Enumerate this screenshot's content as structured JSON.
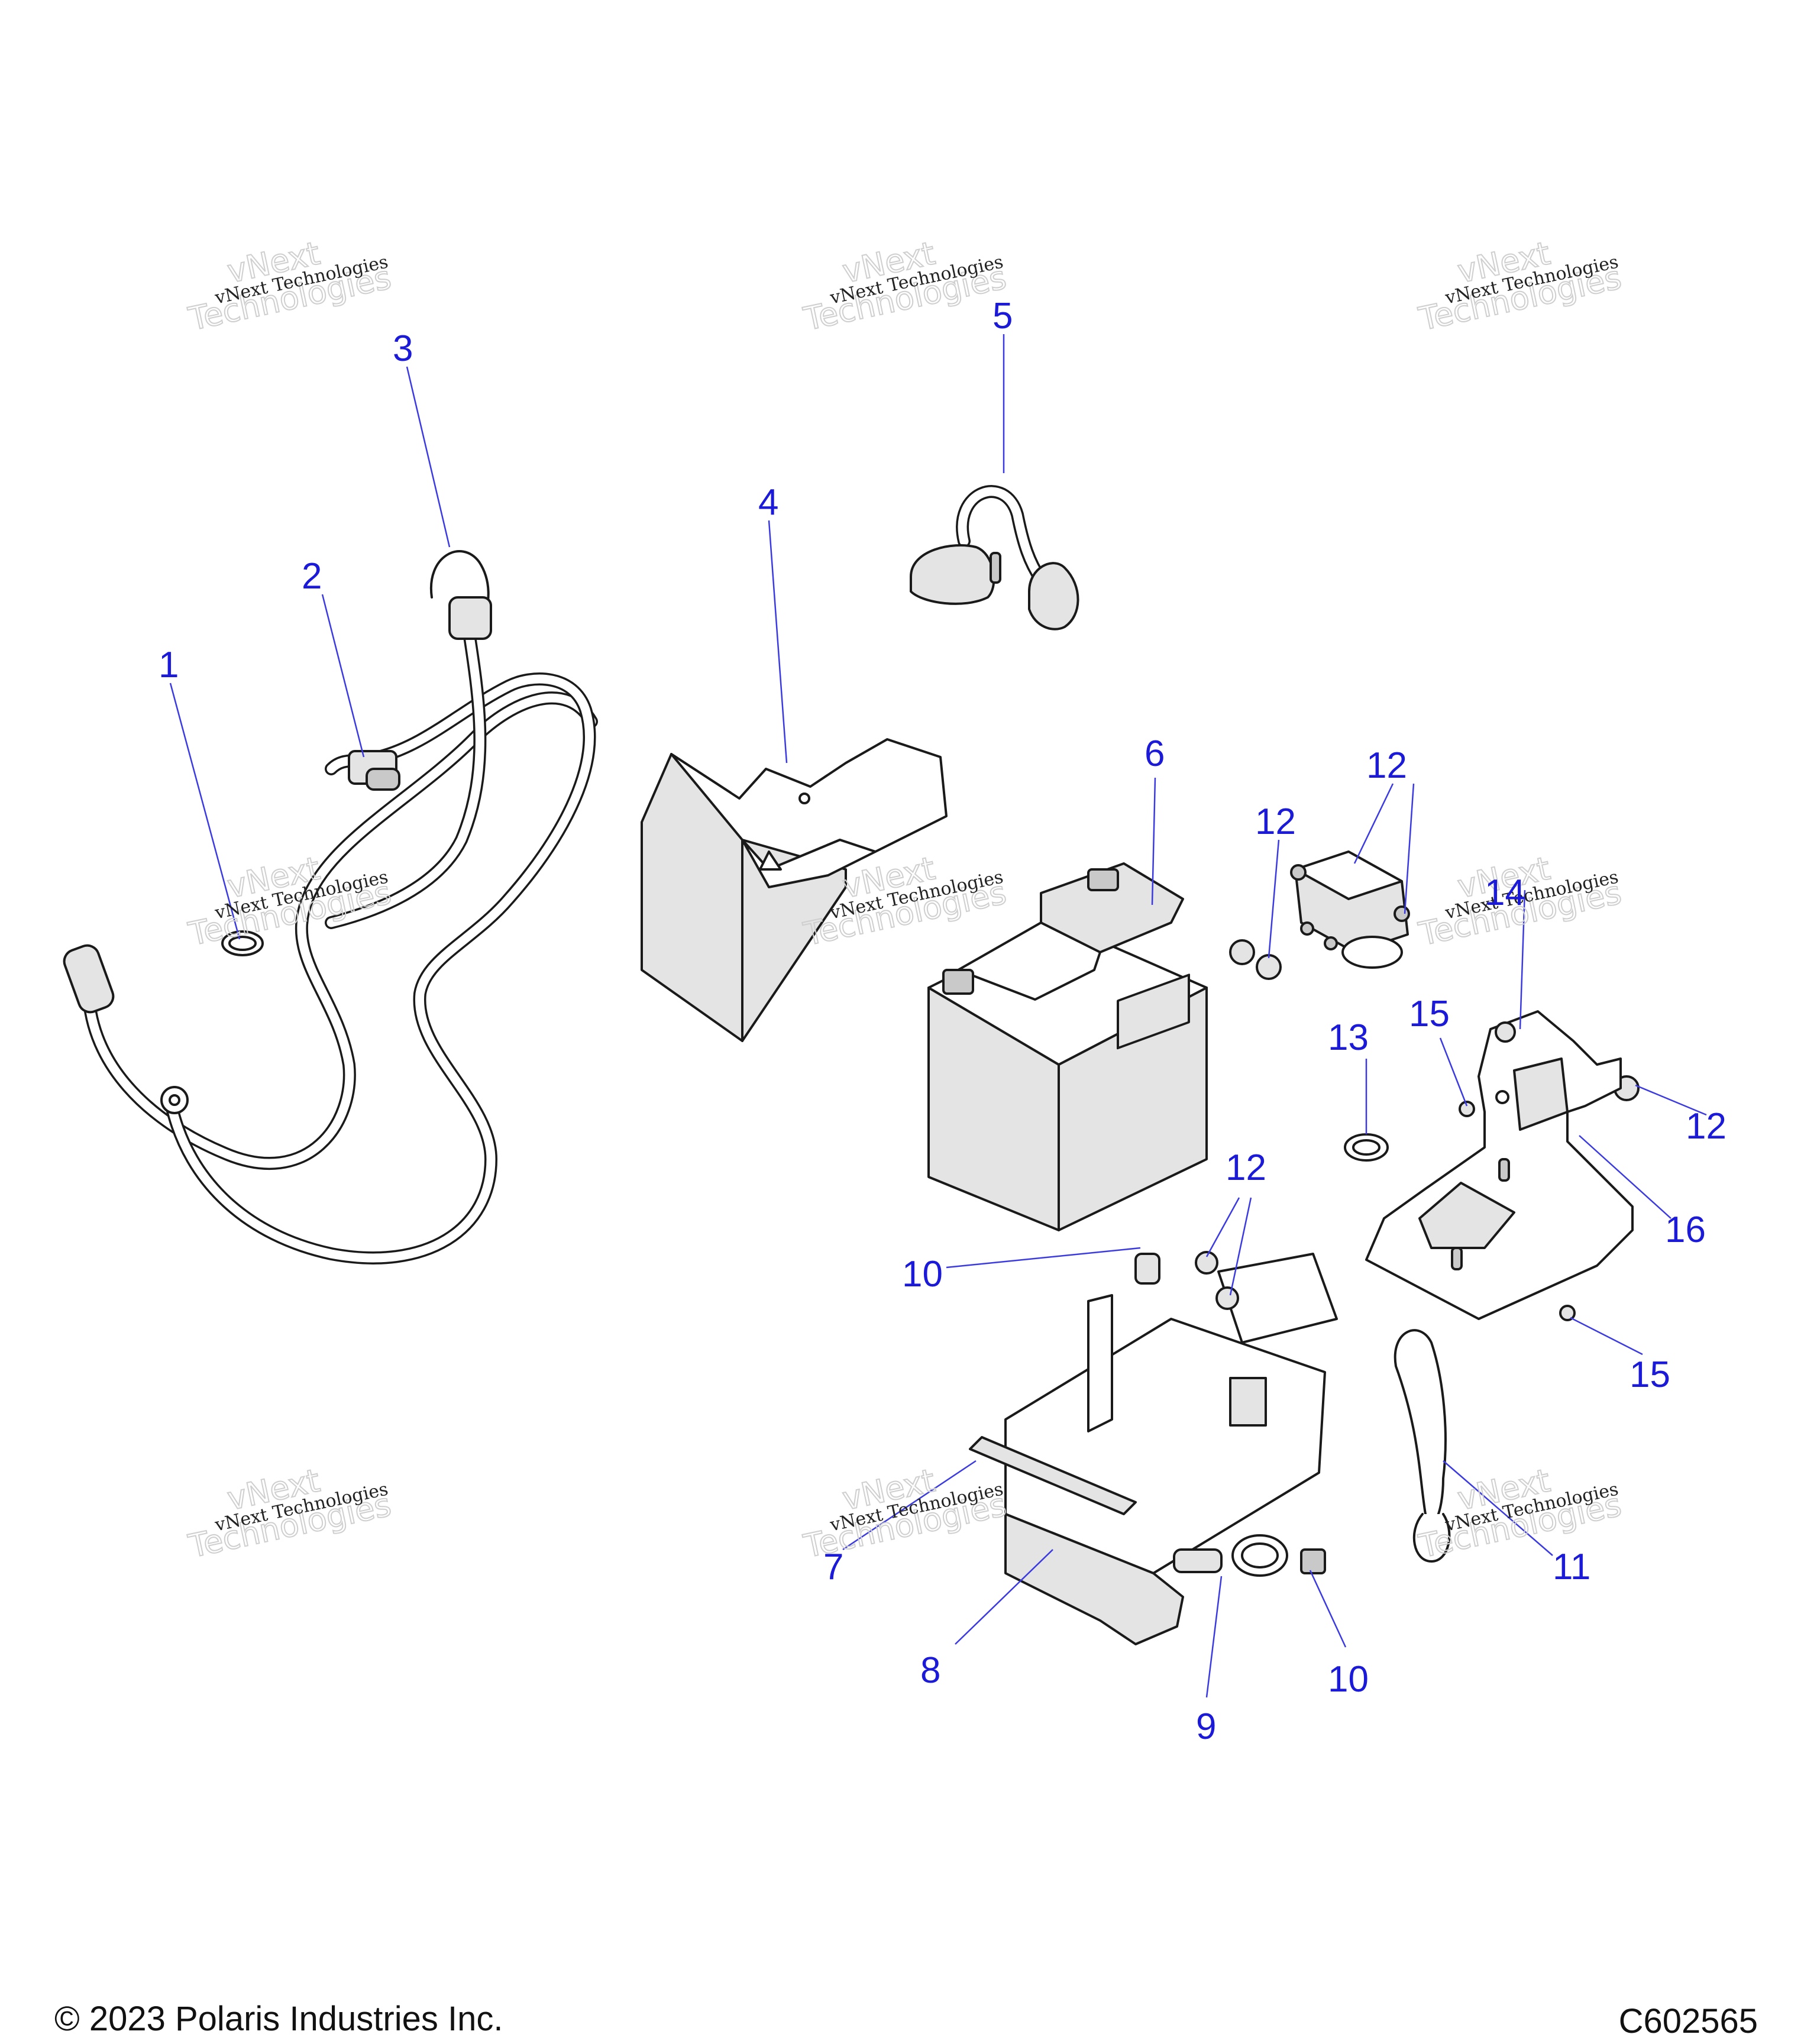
{
  "callouts": {
    "c1": "1",
    "c2": "2",
    "c3": "3",
    "c4": "4",
    "c5": "5",
    "c6": "6",
    "c7": "7",
    "c8": "8",
    "c9": "9",
    "c10a": "10",
    "c10b": "10",
    "c11": "11",
    "c12a": "12",
    "c12b": "12",
    "c12c": "12",
    "c12d": "12",
    "c13": "13",
    "c14": "14",
    "c15a": "15",
    "c15b": "15",
    "c16": "16"
  },
  "watermark": {
    "brand": "vNext Technologies",
    "big_top": "vNext",
    "big_bottom": "Technologies"
  },
  "footer": {
    "copyright": "© 2023 Polaris Industries Inc.",
    "code": "C602565"
  }
}
